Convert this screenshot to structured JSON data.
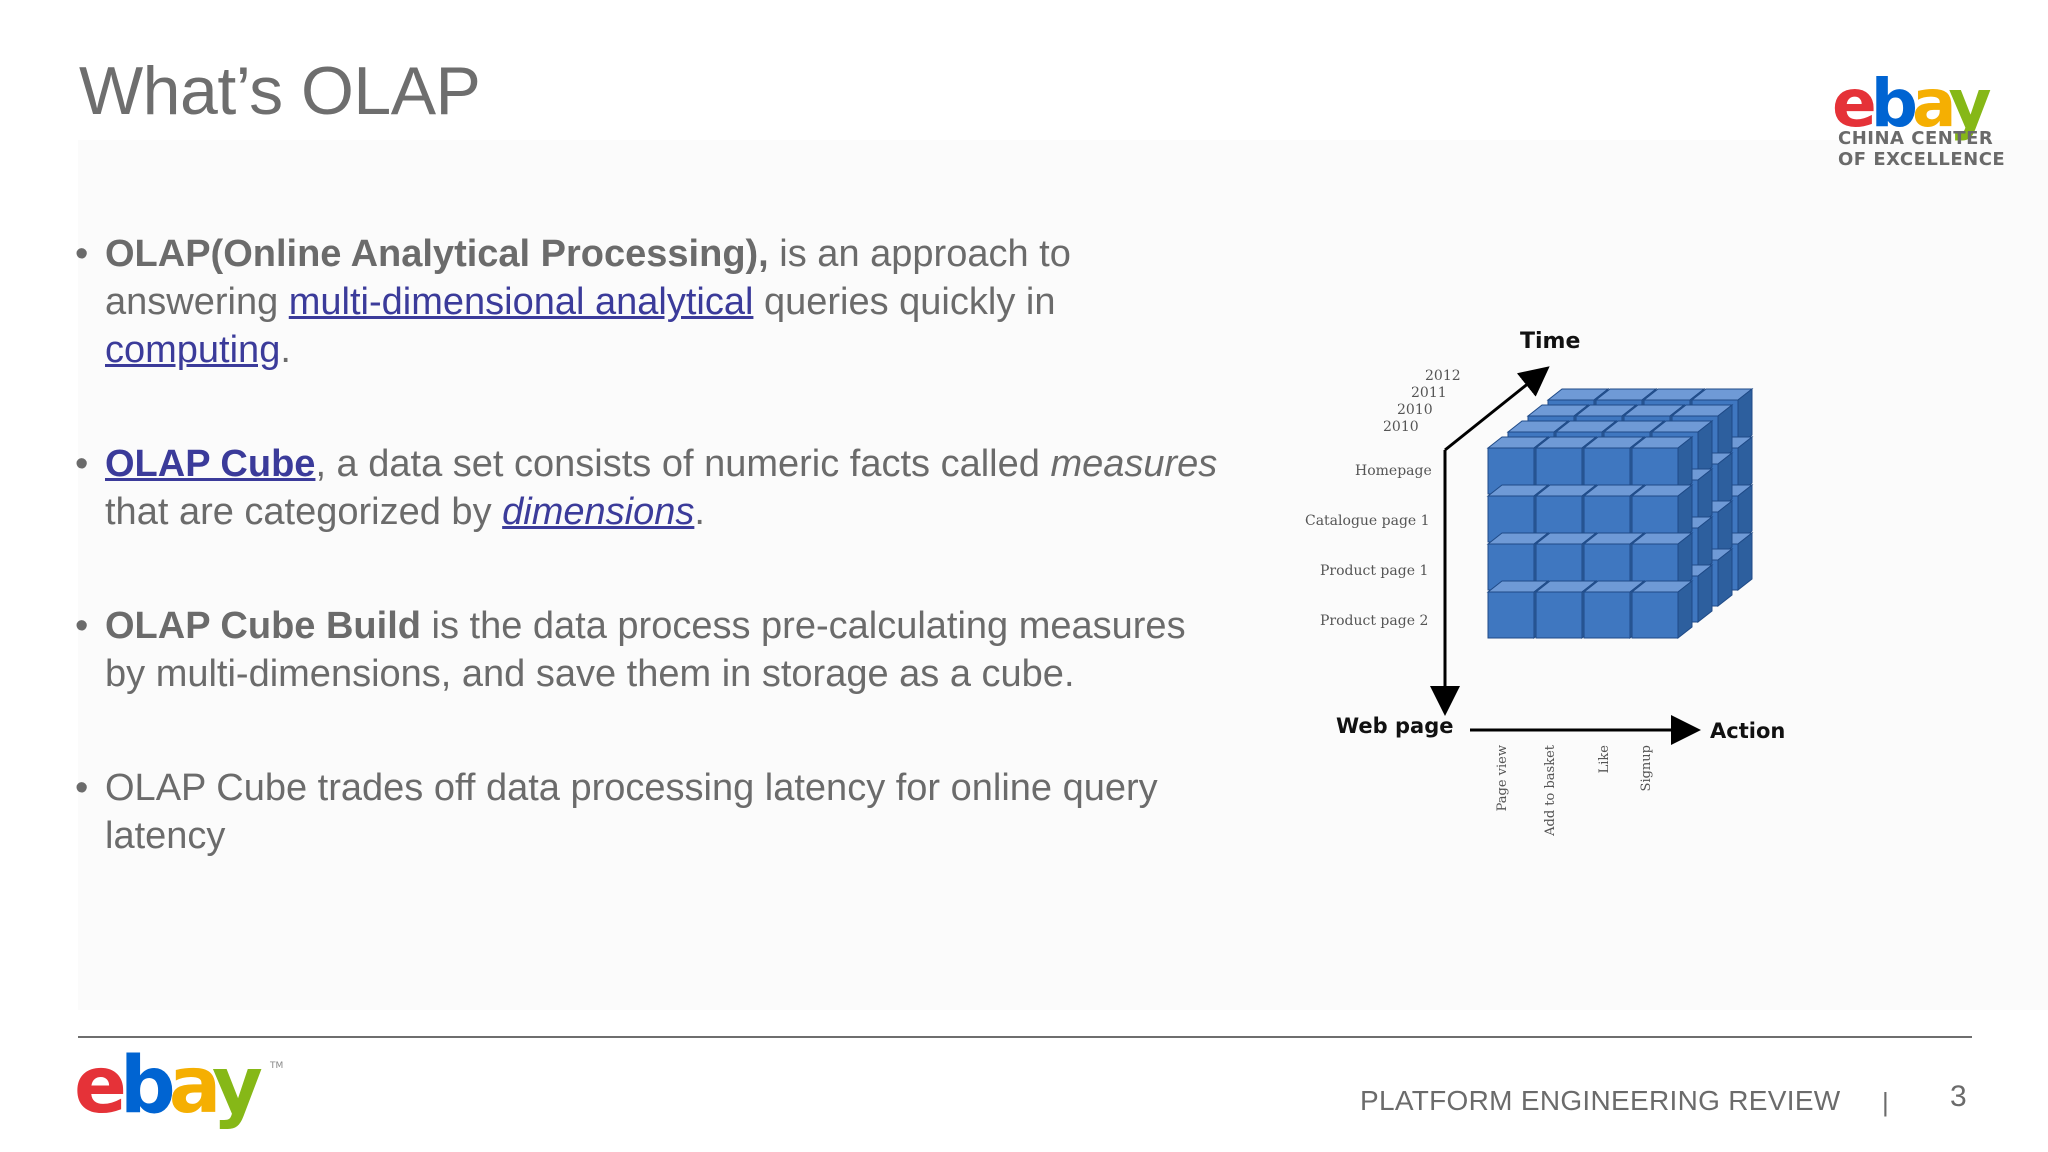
{
  "slide": {
    "title": "What’s OLAP",
    "page_number": "3"
  },
  "brand": {
    "logo_letters": [
      "e",
      "b",
      "a",
      "y"
    ],
    "logo_colors": [
      "#e53238",
      "#0064d2",
      "#f5af02",
      "#86b817"
    ],
    "subtitle_line1": "CHINA CENTER",
    "subtitle_line2": "OF EXCELLENCE",
    "trademark": "TM"
  },
  "bullets": {
    "b1": {
      "bold": "OLAP(Online Analytical Processing),",
      "t1": " is an approach to answering ",
      "link1": "multi-dimensional analytical",
      "t2": " queries quickly in ",
      "link2": "computing",
      "t3": "."
    },
    "b2": {
      "link1": "OLAP Cube",
      "t1": ", a data set consists of numeric facts called ",
      "em": "measures",
      "t2": " that are categorized by ",
      "link2": "dimensions",
      "t3": "."
    },
    "b3": {
      "bold": "OLAP Cube Build",
      "t1": " is the data process pre-calculating measures by multi-dimensions, and save them in storage as a cube."
    },
    "b4": {
      "t1": "OLAP Cube trades off data processing latency for online query latency"
    },
    "dot": "•"
  },
  "figure": {
    "time_label": "Time",
    "years": [
      "2012",
      "2011",
      "2010",
      "2010"
    ],
    "web_page_label": "Web page",
    "pages": [
      "Homepage",
      "Catalogue page 1",
      "Product page 1",
      "Product page 2"
    ],
    "action_label": "Action",
    "actions": [
      "Page view",
      "Add to basket",
      "Like",
      "Signup"
    ],
    "cube_color": "#3f77c0",
    "cube_edge": "#1f4a87"
  },
  "footer": {
    "label": "PLATFORM ENGINEERING REVIEW",
    "separator": "|"
  }
}
